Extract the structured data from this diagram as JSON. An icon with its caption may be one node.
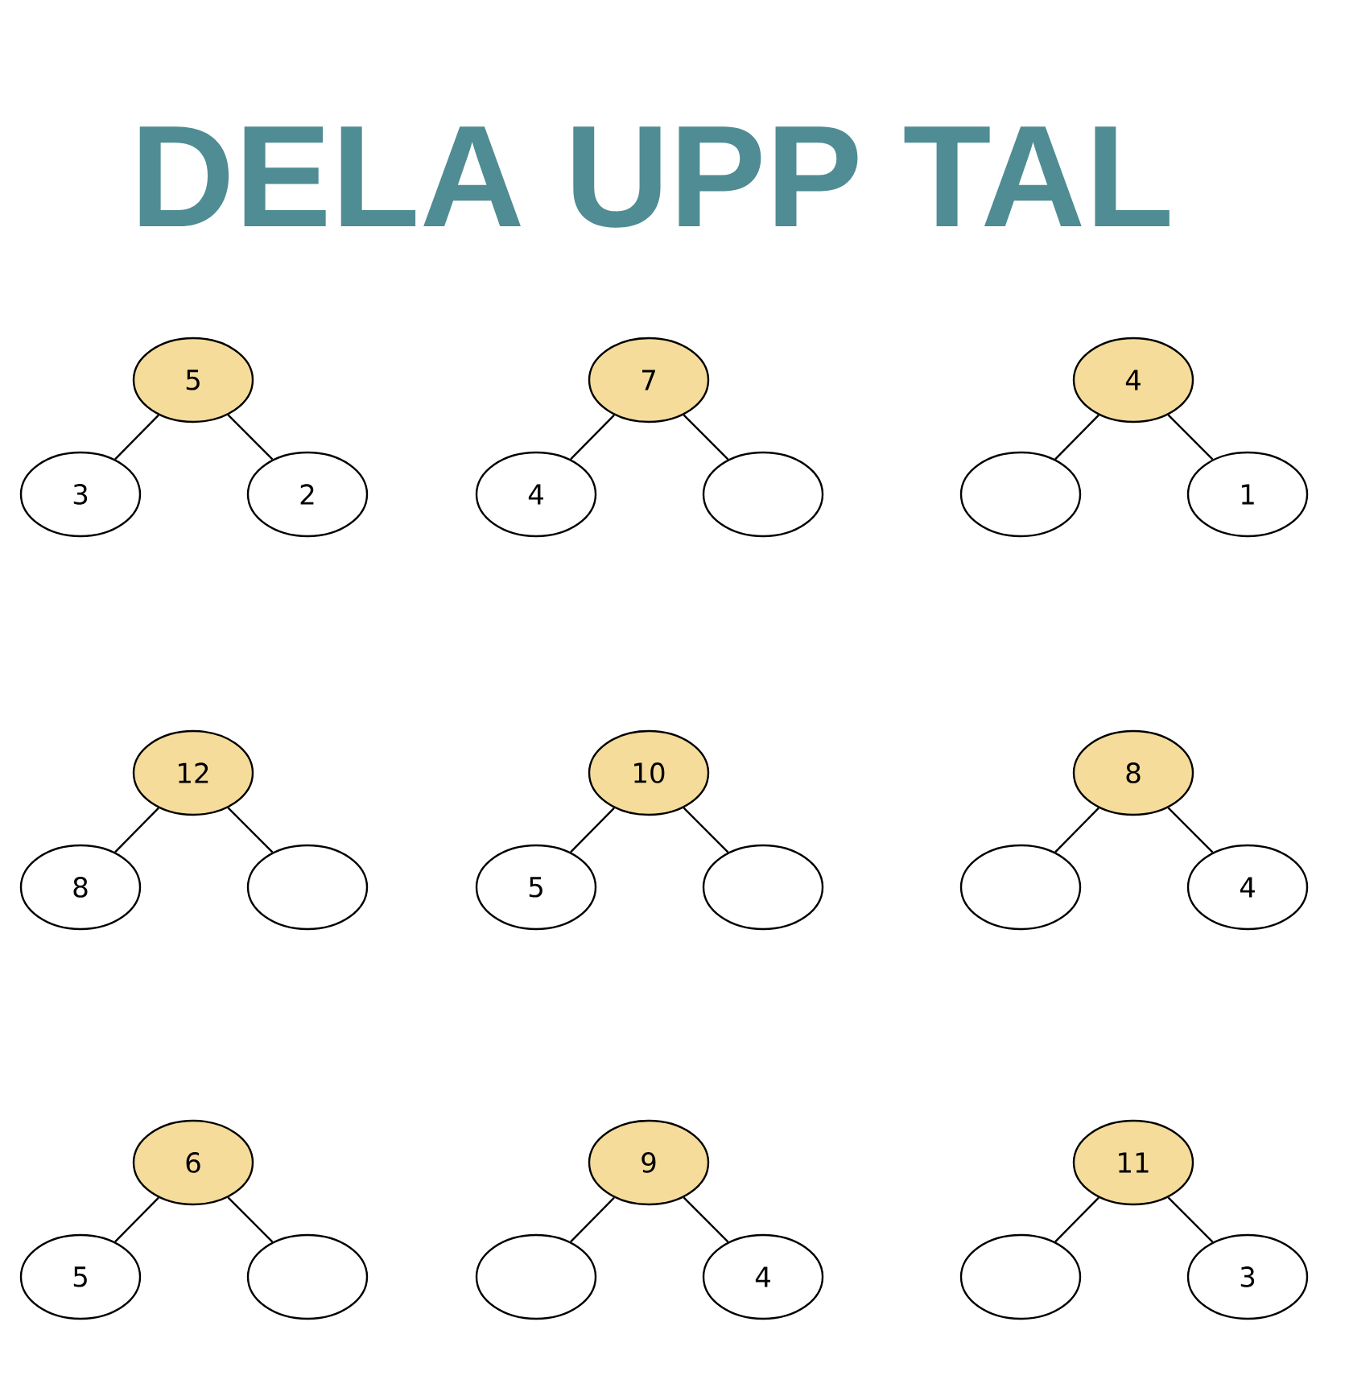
{
  "diagram": {
    "title": "DELA UPP TAL",
    "nodes": [
      {
        "text": [
          "5"
        ]
      },
      {
        "text": [
          "3"
        ]
      },
      {
        "text": [
          "2"
        ]
      },
      {
        "text": [
          "7"
        ]
      },
      {
        "text": [
          "4"
        ]
      },
      {
        "text": [],
        "shape": "circle"
      },
      {
        "text": [
          "4"
        ]
      },
      {
        "text": [],
        "shape": "circle"
      },
      {
        "text": [
          "1"
        ]
      },
      {
        "text": [
          "12"
        ]
      },
      {
        "text": [
          "8"
        ]
      },
      {
        "text": [],
        "shape": "circle"
      },
      {
        "text": [
          "10"
        ]
      },
      {
        "text": [
          "5"
        ]
      },
      {
        "text": [],
        "shape": "circle"
      },
      {
        "text": [
          "8"
        ]
      },
      {
        "text": [],
        "shape": "circle"
      },
      {
        "text": [
          "4"
        ]
      },
      {
        "text": [
          "6"
        ]
      },
      {
        "text": [
          "5"
        ]
      },
      {
        "text": [],
        "shape": "circle"
      },
      {
        "text": [
          "9"
        ]
      },
      {
        "text": [],
        "shape": "circle"
      },
      {
        "text": [
          "4"
        ]
      },
      {
        "text": [
          "11"
        ]
      },
      {
        "text": [],
        "shape": "circle"
      },
      {
        "text": [
          "3"
        ]
      }
    ],
    "edges": [
      {
        "from": 0,
        "to": 1,
        "arrow": "none"
      },
      {
        "from": 0,
        "to": 2,
        "arrow": "none"
      },
      {
        "from": 3,
        "to": 4,
        "arrow": "none"
      },
      {
        "from": 3,
        "to": 5,
        "arrow": "none"
      },
      {
        "from": 6,
        "to": 7,
        "arrow": "none"
      },
      {
        "from": 6,
        "to": 8,
        "arrow": "none"
      },
      {
        "from": 9,
        "to": 10,
        "arrow": "none"
      },
      {
        "from": 9,
        "to": 11,
        "arrow": "none"
      },
      {
        "from": 12,
        "to": 13,
        "arrow": "none"
      },
      {
        "from": 12,
        "to": 14,
        "arrow": "none"
      },
      {
        "from": 15,
        "to": 16,
        "arrow": "none"
      },
      {
        "from": 15,
        "to": 17,
        "arrow": "none"
      },
      {
        "from": 18,
        "to": 19,
        "arrow": "none"
      },
      {
        "from": 18,
        "to": 20,
        "arrow": "none"
      },
      {
        "from": 21,
        "to": 22,
        "arrow": "none"
      },
      {
        "from": 21,
        "to": 23,
        "arrow": "none"
      },
      {
        "from": 24,
        "to": 25,
        "arrow": "none"
      },
      {
        "from": 24,
        "to": 26,
        "arrow": "none"
      }
    ]
  }
}
